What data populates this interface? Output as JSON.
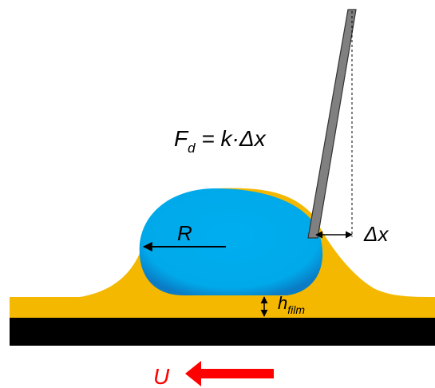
{
  "equation": {
    "lhs": "F",
    "lhs_sub": "d",
    "rhs": " = k·Δx"
  },
  "labels": {
    "radius": "R",
    "deflection": "Δx",
    "film": "h",
    "film_sub": "film",
    "velocity": "U"
  },
  "colors": {
    "droplet": "#00AEEF",
    "droplet_edge": "#0077C0",
    "film": "#F5B800",
    "substrate": "#000000",
    "cantilever": "#808080",
    "velocity_arrow": "#FF0000",
    "velocity_text": "#FF0000"
  }
}
